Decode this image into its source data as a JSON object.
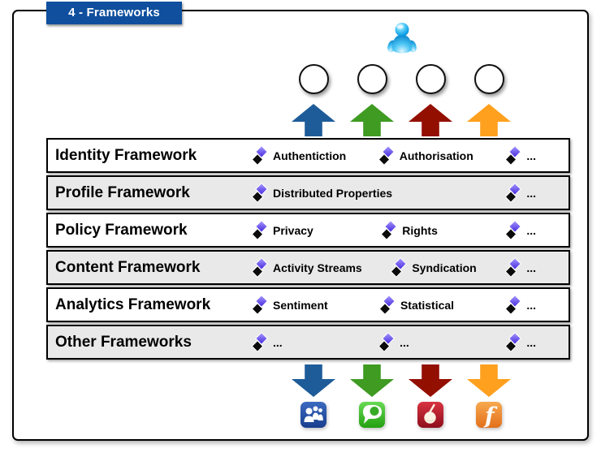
{
  "page": {
    "title": "4 - Frameworks"
  },
  "diagram": {
    "frameworks": [
      {
        "label": "Identity Framework",
        "items": [
          "Authentiction",
          "Authorisation",
          "..."
        ]
      },
      {
        "label": "Profile Framework",
        "items": [
          "Distributed Properties",
          "..."
        ]
      },
      {
        "label": "Policy Framework",
        "items": [
          "Privacy",
          "Rights",
          "..."
        ]
      },
      {
        "label": "Content Framework",
        "items": [
          "Activity Streams",
          "Syndication",
          "..."
        ]
      },
      {
        "label": "Analytics Framework",
        "items": [
          "Sentiment",
          "Statistical",
          "..."
        ]
      },
      {
        "label": "Other Frameworks",
        "items": [
          "...",
          "...",
          "..."
        ]
      }
    ],
    "top_icon": "person-icon",
    "endpoint_circles": 4,
    "icons": [
      "myspace-icon",
      "chat-bubble-icon",
      "drum-icon",
      "letter-f-icon"
    ],
    "colors": {
      "title_bg": "#0f4f9e",
      "arrow_blue": "#1e5c99",
      "arrow_green": "#3f9b22",
      "arrow_red": "#930f00",
      "arrow_orange": "#ffa01e",
      "row_alt_bg": "#e9e9e9",
      "diamond_purple": "#5b3fe8",
      "person_blue": "#29b6f6"
    }
  }
}
